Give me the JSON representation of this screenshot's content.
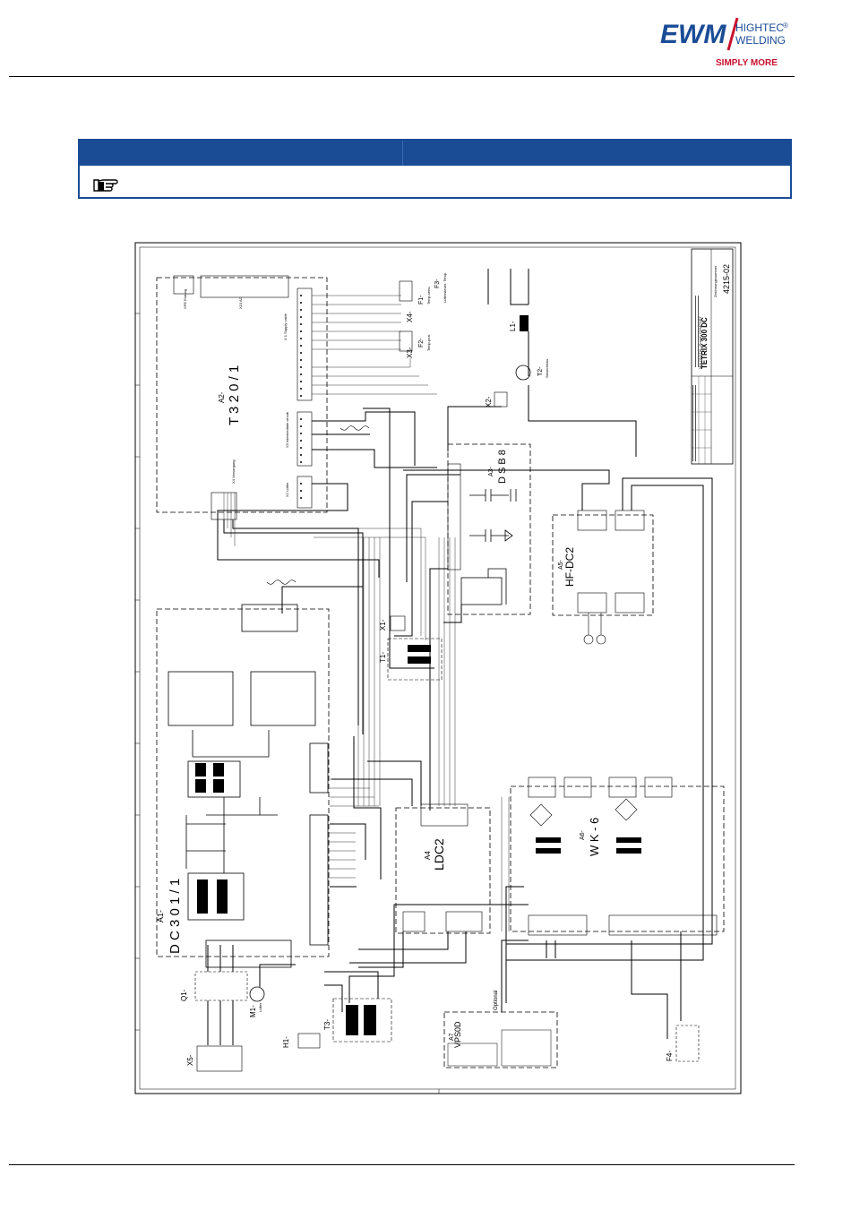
{
  "header": {
    "brand": "EWM",
    "tagline_1": "HIGHTEC",
    "tagline_2": "WELDING",
    "registered": "®",
    "slogan": "SIMPLY MORE",
    "colors": {
      "brand_blue": "#1a4c96",
      "brand_red": "#c8102e"
    }
  },
  "note": {
    "hand_icon": "pointing-hand-icon",
    "color": "#1a4c96"
  },
  "diagram": {
    "modules": {
      "a1_ref": "A1-",
      "a1_name": "D C 3 0 1 / 1",
      "a2_ref": "A2-",
      "a2_name": "T 3 2 0 / 1",
      "a3_ref": "A3-",
      "a3_name": "D S B 8",
      "a4_ref": "A4",
      "a4_name": "LDC2",
      "a5_ref": "A5-",
      "a5_name": "HF-DC2",
      "a6_ref": "A6-",
      "a6_name": "W K - 6",
      "a7_ref": "A7",
      "a7_name": "VPS0D"
    },
    "components": {
      "x5": "X5-",
      "q1": "Q1-",
      "m1": "M1-",
      "m1_sub": "Lüfter",
      "t3": "T3-",
      "h1": "H1-",
      "t1": "T1-",
      "x1": "X1-",
      "t2": "T2-",
      "t2_sub": "Steuerrelais",
      "l1": "L1-",
      "x2": "X2-",
      "x3": "X3-",
      "x4": "X4-",
      "f1": "F1-",
      "f1_sub": "Temp.sens.",
      "f2": "F2-",
      "f2_sub": "Temp.prot.",
      "f3": "F3-",
      "f3_sub": "Lüftersteuer. Temp.",
      "f4": "F4-",
      "optional": "Optional",
      "x1_supply": "X 1\nSupply cable",
      "x3_sub": "X3\nIntermediate circuit",
      "x2_sub": "X2\nLüfter",
      "x4_sub": "X4\nVersorgung",
      "xpe": "XPE\nErdung",
      "xac": "X10\nAC"
    },
    "title_block": {
      "machine": "TETRIX 300 DC",
      "subtitle": "MW DIGITAL (Smart) COMFORT",
      "number": "4215-02",
      "doc_label": "Zeichnungsnummer"
    }
  }
}
